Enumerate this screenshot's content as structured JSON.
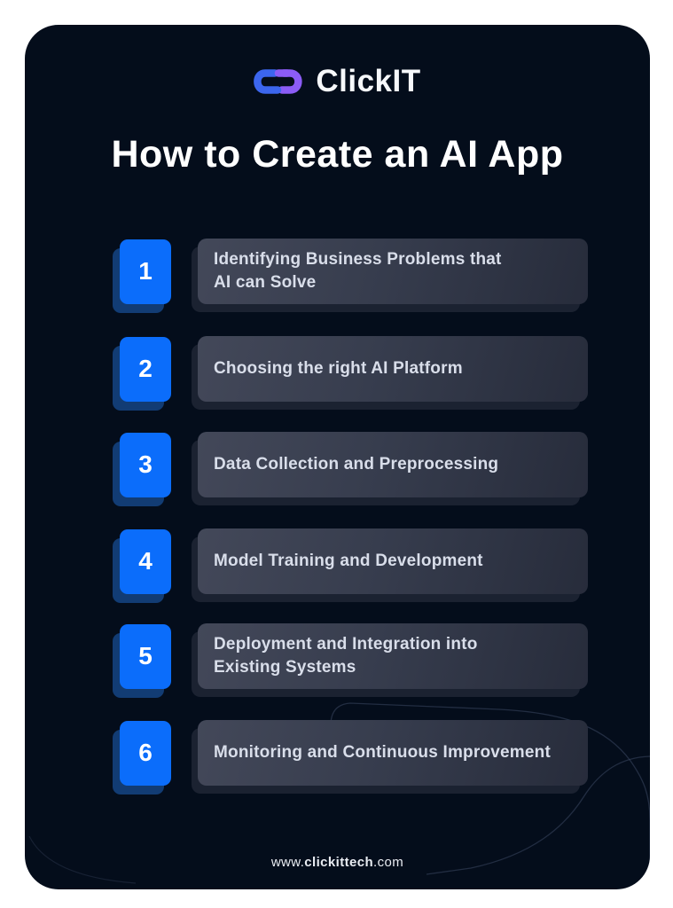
{
  "logo": {
    "text": "ClickIT",
    "icon": "clickit-link-icon"
  },
  "title": "How to Create an AI App",
  "steps": [
    {
      "num": "1",
      "label": "Identifying Business Problems that\nAI can Solve"
    },
    {
      "num": "2",
      "label": "Choosing the right AI Platform"
    },
    {
      "num": "3",
      "label": "Data Collection and Preprocessing"
    },
    {
      "num": "4",
      "label": "Model Training and Development"
    },
    {
      "num": "5",
      "label": "Deployment and Integration into\nExisting Systems"
    },
    {
      "num": "6",
      "label": "Monitoring and Continuous Improvement"
    }
  ],
  "footer": {
    "prefix": "www.",
    "domain": "clickittech",
    "suffix": ".com"
  },
  "colors": {
    "card_background": "#040d1b",
    "page_margin": "#ffffff",
    "number_blue": "#0b6dfb",
    "number_shadow_blue": "#123c74",
    "panel_gradient_light": "#434859",
    "panel_gradient_dark": "#272c3b",
    "panel_shadow": "#1b2231",
    "step_text": "#d9deea",
    "title_text": "#ffffff",
    "logo_blue": "#3c66ee",
    "logo_purple": "#8b5cf6",
    "arc_line": "#3d4962"
  }
}
